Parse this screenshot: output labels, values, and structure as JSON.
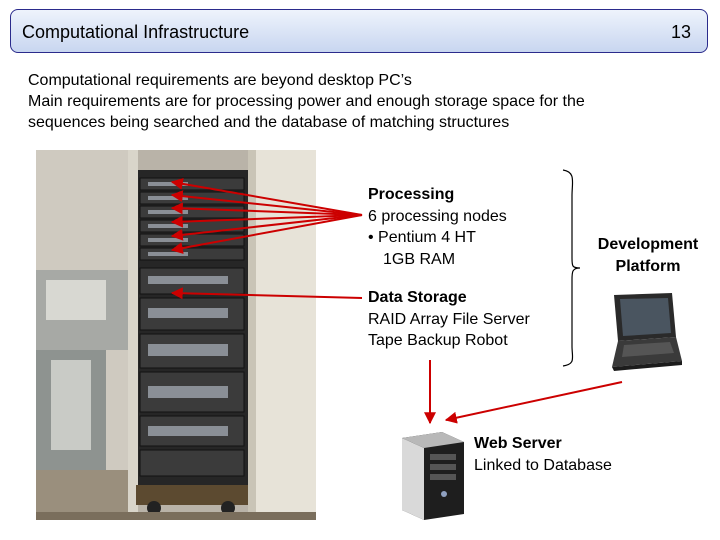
{
  "header": {
    "title": "Computational Infrastructure",
    "slide_number": "13"
  },
  "intro": {
    "line1": "Computational requirements are beyond desktop PC’s",
    "line2": "Main requirements are for processing power and enough storage space for the",
    "line3": "sequences being searched and the database of matching structures"
  },
  "processing": {
    "heading": "Processing",
    "nodes": "6 processing nodes",
    "bullet": "• Pentium 4 HT",
    "ram": "1GB RAM"
  },
  "storage": {
    "heading": "Data Storage",
    "line1": "RAID Array File Server",
    "line2": "Tape Backup Robot"
  },
  "development": {
    "line1": "Development",
    "line2": "Platform"
  },
  "web_server": {
    "heading": "Web Server",
    "line1": "Linked to Database"
  },
  "colors": {
    "arrow": "#cc0000",
    "title_border": "#2b2b8c"
  }
}
